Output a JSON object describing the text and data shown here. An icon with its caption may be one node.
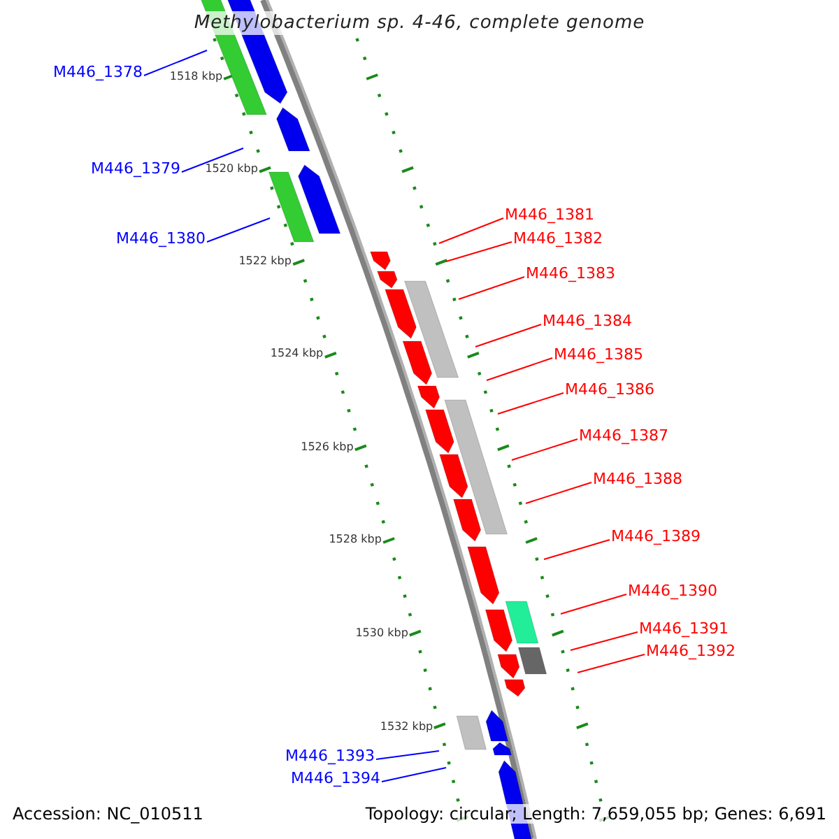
{
  "diagram": {
    "title": "Methylobacterium sp. 4-46, complete genome",
    "nodes": [
      {
        "text": [
          "M446_1378"
        ]
      },
      {
        "text": [
          "M446_1379"
        ]
      },
      {
        "text": [
          "M446_1380"
        ]
      },
      {
        "text": [
          "M446_1381"
        ]
      },
      {
        "text": [
          "M446_1382"
        ]
      },
      {
        "text": [
          "M446_1383"
        ]
      },
      {
        "text": [
          "M446_1384"
        ]
      },
      {
        "text": [
          "M446_1385"
        ]
      },
      {
        "text": [
          "M446_1386"
        ]
      },
      {
        "text": [
          "M446_1387"
        ]
      },
      {
        "text": [
          "M446_1388"
        ]
      },
      {
        "text": [
          "M446_1389"
        ]
      },
      {
        "text": [
          "M446_1390"
        ]
      },
      {
        "text": [
          "M446_1391"
        ]
      },
      {
        "text": [
          "M446_1392"
        ]
      },
      {
        "text": [
          "M446_1393"
        ]
      },
      {
        "text": [
          "M446_1394"
        ]
      }
    ],
    "edges": [
      {
        "from": 0,
        "to": null,
        "arrow": "none",
        "color": "#0000ff"
      },
      {
        "from": 1,
        "to": null,
        "arrow": "none",
        "color": "#0000ff"
      },
      {
        "from": 2,
        "to": null,
        "arrow": "none",
        "color": "#0000ff"
      },
      {
        "from": 3,
        "to": null,
        "arrow": "none"
      },
      {
        "from": 4,
        "to": null,
        "arrow": "none"
      },
      {
        "from": 5,
        "to": null,
        "arrow": "none"
      },
      {
        "from": 6,
        "to": null,
        "arrow": "none"
      },
      {
        "from": 7,
        "to": null,
        "arrow": "none"
      },
      {
        "from": 8,
        "to": null,
        "arrow": "none"
      },
      {
        "from": 9,
        "to": null,
        "arrow": "none"
      },
      {
        "from": 10,
        "to": null,
        "arrow": "none"
      },
      {
        "from": 11,
        "to": null,
        "arrow": "none"
      },
      {
        "from": 12,
        "to": null,
        "arrow": "none"
      },
      {
        "from": 13,
        "to": null,
        "arrow": "none"
      },
      {
        "from": 14,
        "to": null,
        "arrow": "none"
      },
      {
        "from": 15,
        "to": null,
        "arrow": "none",
        "color": "#0000ff"
      },
      {
        "from": 16,
        "to": null,
        "arrow": "none",
        "color": "#0000ff"
      }
    ],
    "labels": [
      "1518 kbp",
      "1520 kbp",
      "1522 kbp",
      "1524 kbp",
      "1526 kbp",
      "1528 kbp",
      "1530 kbp",
      "1532 kbp",
      "Accession: NC_010511",
      "Topology: circular; Length: 7,659,055 bp; Genes: 6,691"
    ]
  }
}
